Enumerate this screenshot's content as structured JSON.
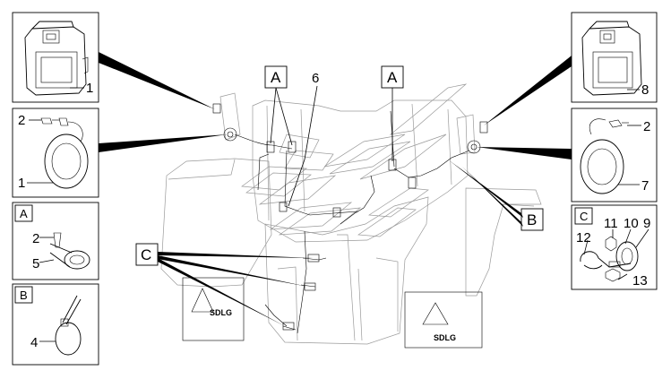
{
  "panels": {
    "left": [
      {
        "id": "horn-relay",
        "labels": [
          "1"
        ]
      },
      {
        "id": "horn-left",
        "labels": [
          "2",
          "1"
        ]
      },
      {
        "id": "detail-a",
        "title": "A",
        "labels": [
          "2",
          "5"
        ]
      },
      {
        "id": "detail-b",
        "title": "B",
        "labels": [
          "4"
        ]
      }
    ],
    "right": [
      {
        "id": "relay-right",
        "labels": [
          "8"
        ]
      },
      {
        "id": "horn-right",
        "labels": [
          "2",
          "7"
        ]
      },
      {
        "id": "detail-c",
        "title": "C",
        "labels": [
          "11",
          "10",
          "9",
          "12",
          "13"
        ]
      }
    ]
  },
  "callouts": {
    "a_left": "A",
    "a_right": "A",
    "six": "6",
    "b": "B",
    "c": "C"
  },
  "brand_mark": "SDLG"
}
